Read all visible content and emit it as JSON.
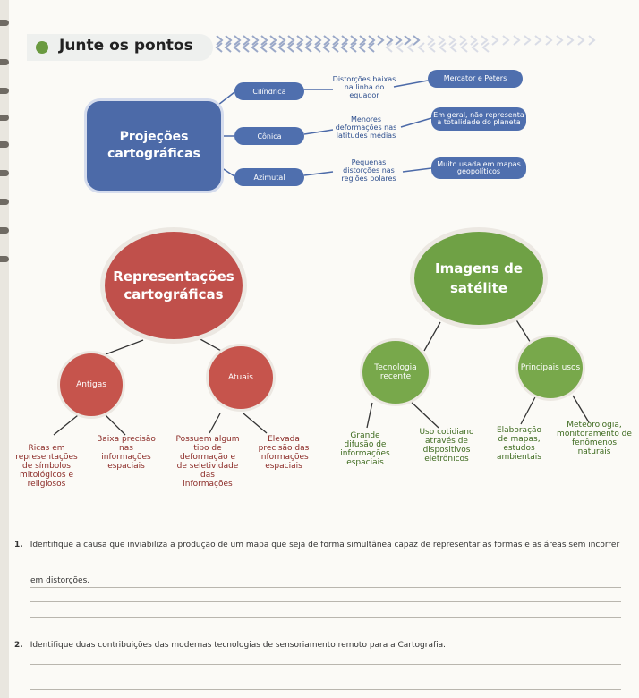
{
  "header": {
    "title": "Junte os pontos"
  },
  "projections": {
    "center": "Projeções cartográficas",
    "rows": [
      {
        "type": "Cilíndrica",
        "feature": "Distorções baixas na linha do equador",
        "use": "Mercator e Peters"
      },
      {
        "type": "Cônica",
        "feature": "Menores deformações nas latitudes médias",
        "use": "Em geral, não representa a totalidade do planeta"
      },
      {
        "type": "Azimutal",
        "feature": "Pequenas distorções nas regiões polares",
        "use": "Muito usada em mapas geopolíticos"
      }
    ]
  },
  "representations": {
    "center": "Representações cartográficas",
    "branches": [
      "Antigas",
      "Atuais"
    ],
    "antigas": [
      "Ricas em representações de símbolos mitológicos e religiosos",
      "Baixa precisão nas informações espaciais"
    ],
    "atuais": [
      "Possuem algum tipo de deformação e de seletividade das informações",
      "Elevada precisão das informações espaciais"
    ]
  },
  "satellite": {
    "center": "Imagens de satélite",
    "branches": [
      "Tecnologia recente",
      "Principais usos"
    ],
    "tecnologia": [
      "Grande difusão de informações espaciais",
      "Uso cotidiano através de dispositivos eletrônicos"
    ],
    "usos": [
      "Elaboração de mapas, estudos ambientais",
      "Meteorologia, monitoramento de fenômenos naturais"
    ]
  },
  "questions": [
    {
      "number": "1.",
      "text": "Identifique a causa que inviabiliza a produção de um mapa que seja de forma simultânea capaz de representar as formas e as áreas sem incorrer",
      "continuation": "em distorções."
    },
    {
      "number": "2.",
      "text": "Identifique duas contribuições das modernas tecnologias de sensoriamento remoto para a Cartografia.",
      "continuation": ""
    }
  ],
  "colors": {
    "blue": "#4c6aa8",
    "red": "#c0504b",
    "green": "#6fa145"
  }
}
